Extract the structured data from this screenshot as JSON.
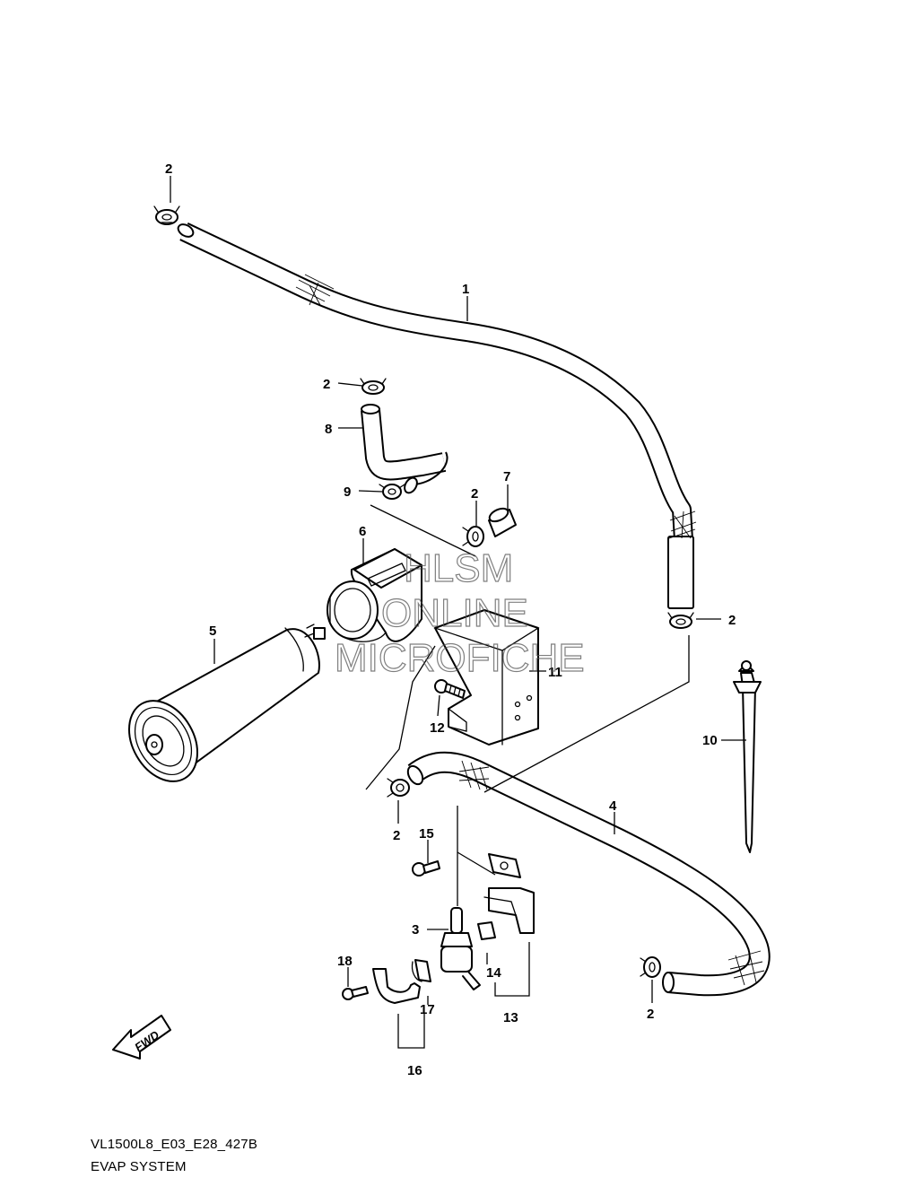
{
  "watermark": {
    "line1": "HLSM",
    "line2": "ONLINE",
    "line3": "MICROFICHE"
  },
  "caption": {
    "code": "VL1500L8_E03_E28_427B",
    "title": "EVAP SYSTEM"
  },
  "fwd_label": "FWD",
  "callouts": {
    "c1": "1",
    "c2a": "2",
    "c2b": "2",
    "c2c": "2",
    "c2d": "2",
    "c2e": "2",
    "c2f": "2",
    "c3": "3",
    "c4": "4",
    "c5": "5",
    "c6": "6",
    "c7": "7",
    "c8": "8",
    "c9": "9",
    "c10": "10",
    "c11": "11",
    "c12": "12",
    "c13": "13",
    "c14": "14",
    "c15": "15",
    "c16": "16",
    "c17": "17",
    "c18": "18"
  }
}
